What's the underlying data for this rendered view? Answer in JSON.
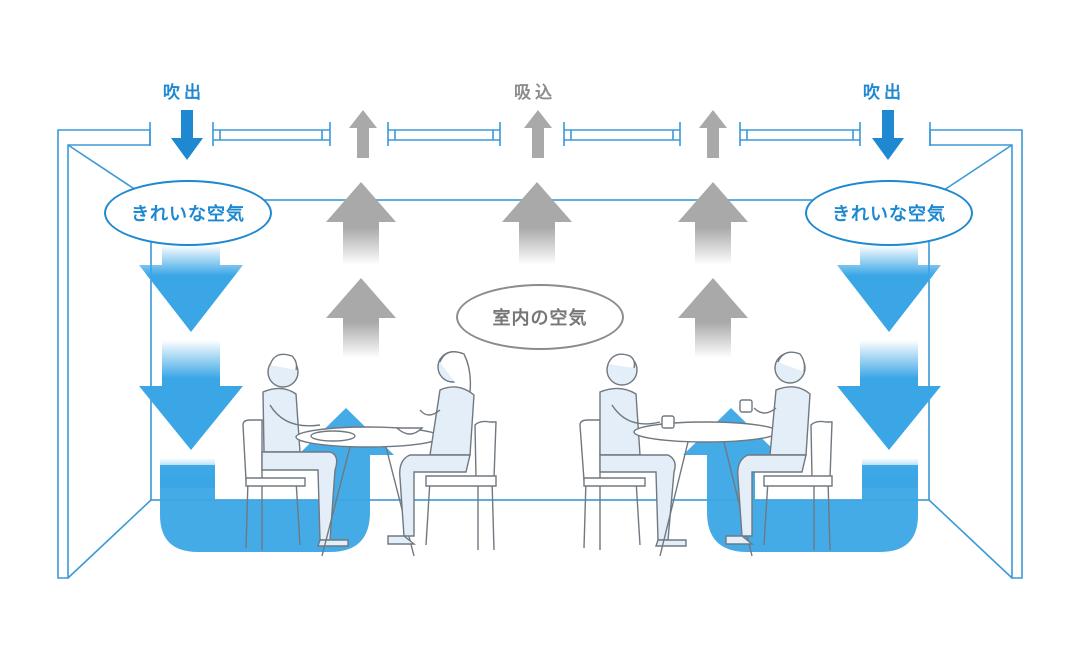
{
  "labels": {
    "outlet_left": "吹出",
    "intake": "吸込",
    "outlet_right": "吹出"
  },
  "bubbles": {
    "clean_air_left": "きれいな空気",
    "clean_air_right": "きれいな空気",
    "room_air": "室内の空気"
  },
  "colors": {
    "clean_air_blue": "#1e88d0",
    "airflow_blue": "#3aa6e6",
    "room_air_gray": "#a9a9a9",
    "line_blue": "#3a9ad6",
    "figure_fill": "#e3eef8",
    "figure_line": "#707880"
  },
  "icons": [
    "down-arrow-icon",
    "up-arrow-icon",
    "airflow-arrow-icon"
  ]
}
